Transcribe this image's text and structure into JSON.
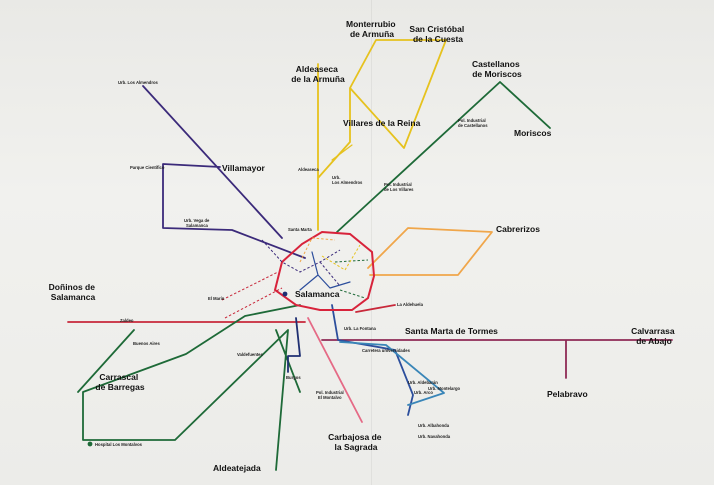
{
  "labels": {
    "monterrubio": [
      "Monterrubio",
      "de Armuña"
    ],
    "san_cristobal": [
      "San Cristóbal",
      "de la Cuesta"
    ],
    "aldeaseca": [
      "Aldeaseca",
      "de la Armuña"
    ],
    "castellanos": [
      "Castellanos",
      "de Moriscos"
    ],
    "moriscos": "Moriscos",
    "villares": "Villares de la Reina",
    "villamayor": "Villamayor",
    "cabrerizos": "Cabrerizos",
    "salamanca": "Salamanca",
    "doñinos": [
      "Doñinos de",
      "Salamanca"
    ],
    "santa_marta": "Santa Marta de Tormes",
    "calvarrasa": [
      "Calvarrasa",
      "de Abajo"
    ],
    "pelabravo": "Pelabravo",
    "carrascal": [
      "Carrascal",
      "de Barregas"
    ],
    "carbajosa": [
      "Carbajosa de",
      "la Sagrada"
    ],
    "aldeatejada": "Aldeatejada"
  },
  "small_labels": {
    "urb_los_almendros": "Urb. Los Almendros",
    "parque_cientifico": "Parque Científico",
    "urb_vega_salamanca": [
      "Urb. Vega de",
      "Salamanca"
    ],
    "santa_marta_stop": "Santa Marta",
    "el_marin": "El Marín",
    "zaldeo": "Zaldeo",
    "buenos_aires": "Buenos Aires",
    "hospital_montalvos": "Hospital Los Montalvos",
    "valdefuentes": "Valdefuentes",
    "burgos": "Burgos",
    "pol_el_montalvo": [
      "Pol. Industrial",
      "El Montalvo"
    ],
    "urb_la_fontana": "Urb. La Fontana",
    "la_aldehuela": "La Aldehuela",
    "carretera_universidades": "Carretera universidades",
    "urb_aldebaran": "Urb. Aldebarán",
    "urb_arco": "Urb. Arco",
    "urb_montelargo": "Urb. Montelargo",
    "urb_albahonda": "Urb. Albahonda",
    "urb_navahonda": "Urb. Navahonda",
    "pol_castellanos": [
      "Pol. Industrial",
      "de Castellanos"
    ],
    "pol_los_villares": [
      "Pol. Industrial",
      "de Los Villares"
    ],
    "urb_los_almendros_v": [
      "Urb.",
      "Los Almendros"
    ],
    "salamanca_stop": "Salamanca",
    "aldeaseca_stop": "Aldeaseca"
  },
  "colors": {
    "salamanca_ring": "#d8233b",
    "villamayor_line": "#3b2a7a",
    "yellow_line": "#e6c21e",
    "green_line": "#1e6a38",
    "orange_line": "#f0a64a",
    "red_line": "#c8283a",
    "purple_line": "#8e2a55",
    "blue_line": "#2c4e9c",
    "teal_line": "#3a86b8",
    "pink_line": "#e56a86",
    "lime_line": "#6fa830",
    "navy_line": "#1f2f72"
  }
}
